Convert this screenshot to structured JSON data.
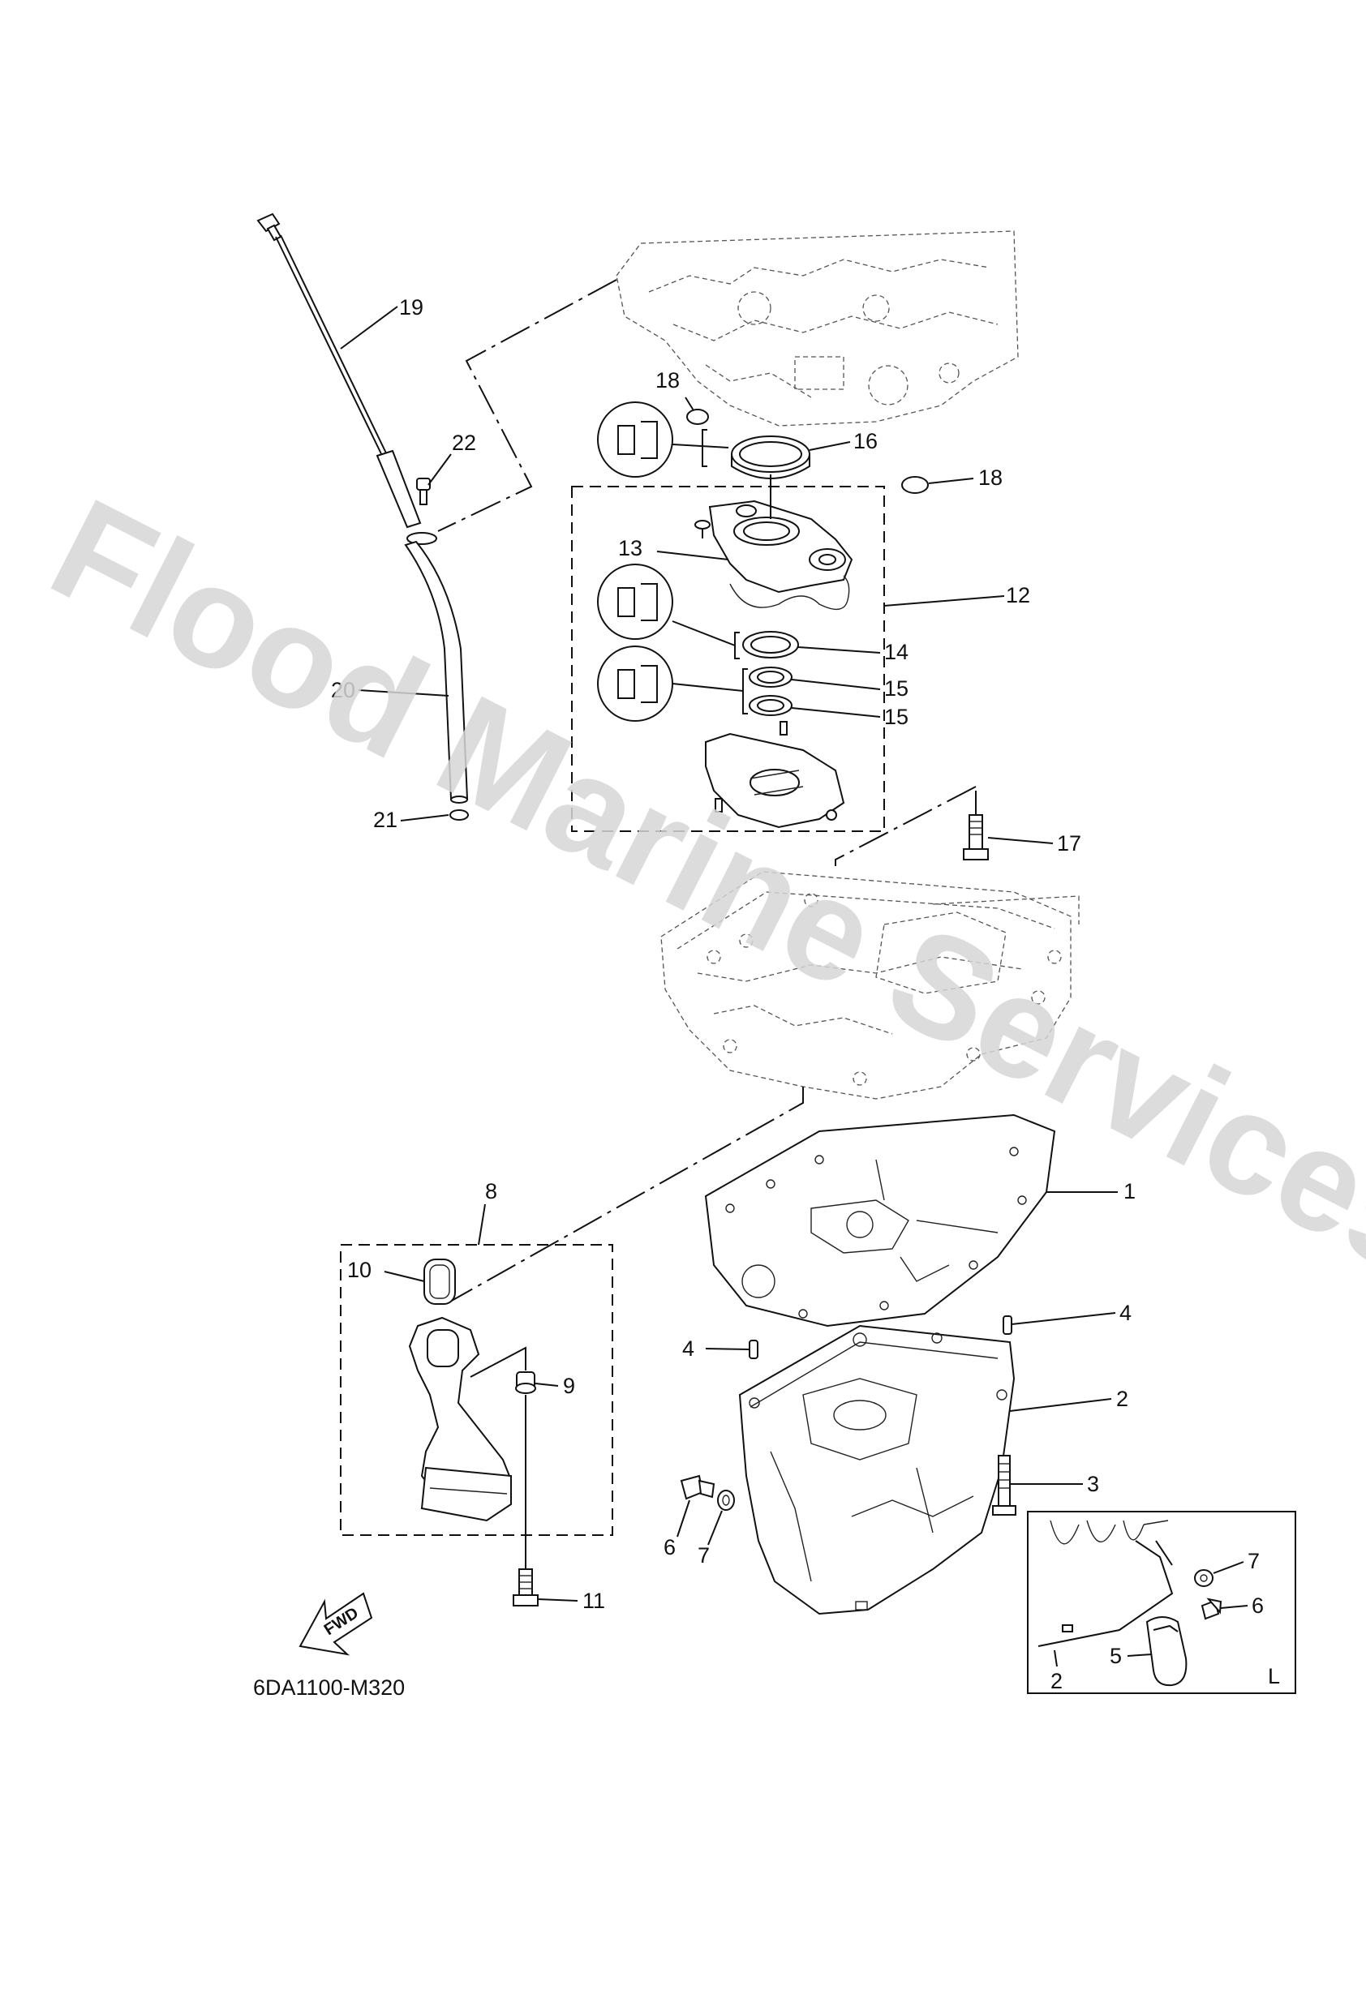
{
  "watermark": "Flood Marine Services",
  "diagram_code": "6DA1100-M320",
  "fwd_label": "FWD",
  "inset_label": "L",
  "callouts": {
    "c19": "19",
    "c18a": "18",
    "c16": "16",
    "c18b": "18",
    "c22": "22",
    "c13": "13",
    "c12": "12",
    "c14": "14",
    "c15a": "15",
    "c15b": "15",
    "c20": "20",
    "c21": "21",
    "c17": "17",
    "c1": "1",
    "c8": "8",
    "c10": "10",
    "c4a": "4",
    "c4b": "4",
    "c2": "2",
    "c9": "9",
    "c3": "3",
    "c6": "6",
    "c7": "7",
    "c11": "11",
    "inset_c7": "7",
    "inset_c6": "6",
    "inset_c5": "5",
    "inset_c2": "2"
  }
}
